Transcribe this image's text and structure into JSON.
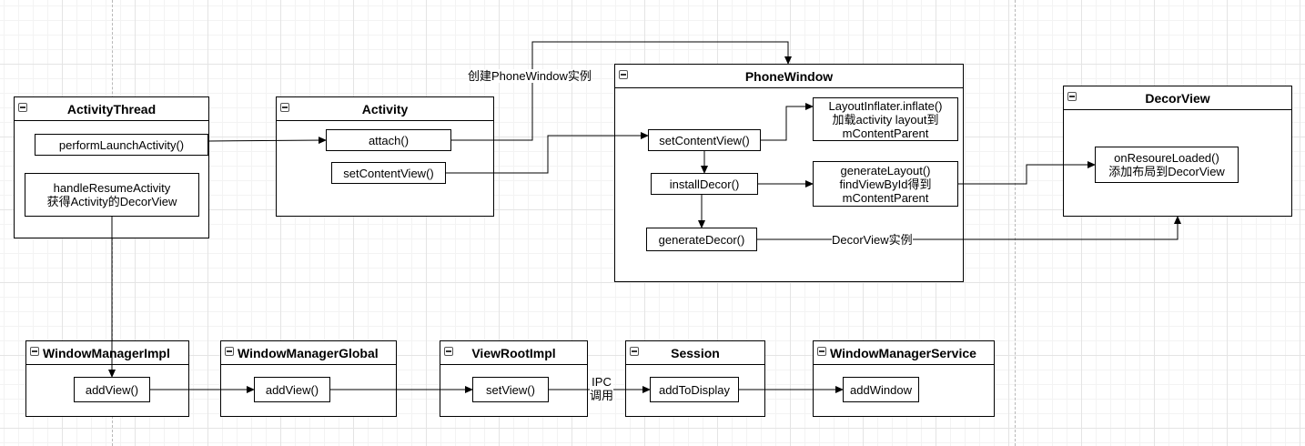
{
  "containers": {
    "activity_thread": "ActivityThread",
    "activity": "Activity",
    "phone_window": "PhoneWindow",
    "decor_view": "DecorView",
    "window_manager_impl": "WindowManagerImpl",
    "window_manager_global": "WindowManagerGlobal",
    "view_root_impl": "ViewRootImpl",
    "session": "Session",
    "window_manager_service": "WindowManagerService"
  },
  "nodes": {
    "perform_launch_activity": "performLaunchActivity()",
    "handle_resume_activity": "handleResumeActivity\n获得Activity的DecorView",
    "attach": "attach()",
    "activity_set_content_view": "setContentView()",
    "window_set_content_view": "setContentView()",
    "install_decor": "installDecor()",
    "generate_decor": "generateDecor()",
    "layout_inflater": "LayoutInflater.inflate()\n加载activity layout到\nmContentParent",
    "generate_layout": "generateLayout()\nfindViewById得到\nmContentParent",
    "on_resoure_loaded": "onResoureLoaded()\n添加布局到DecorView",
    "wmi_add_view": "addView()",
    "wmg_add_view": "addView()",
    "set_view": "setView()",
    "add_to_display": "addToDisplay",
    "add_window": "addWindow"
  },
  "edge_labels": {
    "create_phone_window": "创建PhoneWindow实例",
    "decor_view_instance": "DecorView实例",
    "ipc_call": "IPC\n调用"
  }
}
